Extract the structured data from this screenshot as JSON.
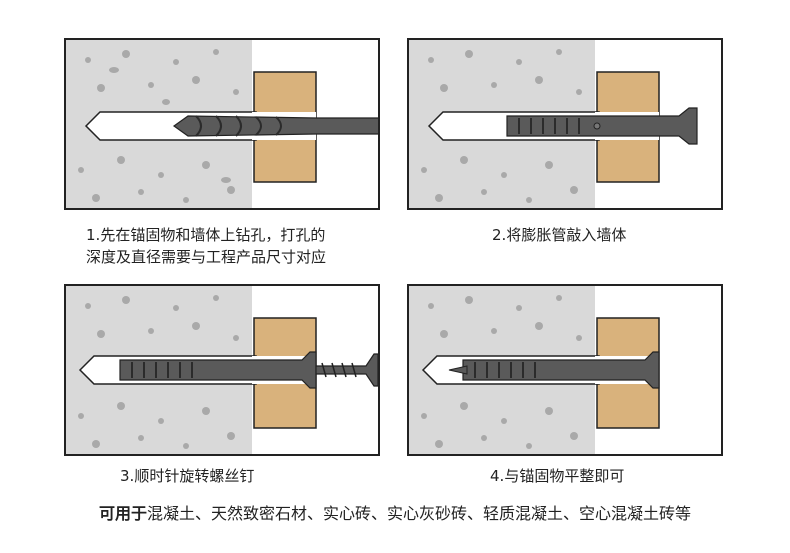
{
  "steps": [
    {
      "number": "1.",
      "lines": [
        "先在锚固物和墙体上钻孔，打孔的",
        "深度及直径需要与工程产品尺寸对应"
      ]
    },
    {
      "number": "2.",
      "lines": [
        "将膨胀管敲入墙体"
      ]
    },
    {
      "number": "3.",
      "lines": [
        "顺时针旋转螺丝钉"
      ]
    },
    {
      "number": "4.",
      "lines": [
        "与锚固物平整即可"
      ]
    }
  ],
  "footer": {
    "label": "可用于",
    "materials": "混凝土、天然致密石材、实心砖、实心灰砂砖、轻质混凝土、空心混凝土砖等"
  },
  "colors": {
    "concrete": "#d9d9d9",
    "speckle": "#a9a9a9",
    "wood": "#d9b27c",
    "steel": "#5a5a5a",
    "outline": "#222222"
  }
}
